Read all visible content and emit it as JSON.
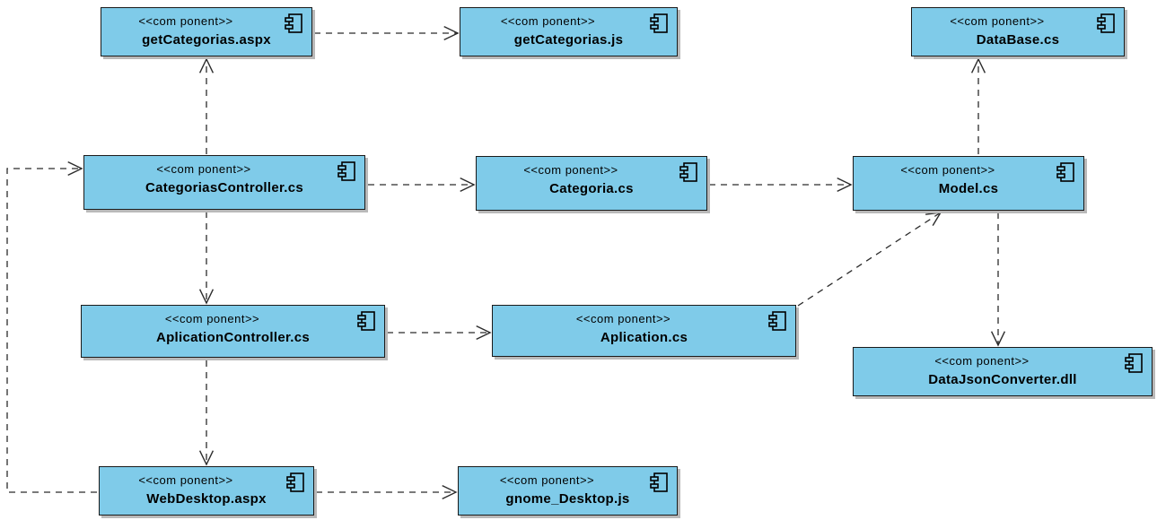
{
  "diagram": {
    "stereotype": "<<com ponent>>",
    "components": [
      {
        "id": "getCategoriasAspx",
        "name": "getCategorias.aspx"
      },
      {
        "id": "getCategoriasJs",
        "name": "getCategorias.js"
      },
      {
        "id": "dataBase",
        "name": "DataBase.cs"
      },
      {
        "id": "categoriasController",
        "name": "CategoriasController.cs"
      },
      {
        "id": "categoria",
        "name": "Categoria.cs"
      },
      {
        "id": "model",
        "name": "Model.cs"
      },
      {
        "id": "aplicationController",
        "name": "AplicationController.cs"
      },
      {
        "id": "aplication",
        "name": "Aplication.cs"
      },
      {
        "id": "dataJsonConverter",
        "name": "DataJsonConverter.dll"
      },
      {
        "id": "webDesktop",
        "name": "WebDesktop.aspx"
      },
      {
        "id": "gnomeDesktop",
        "name": "gnome_Desktop.js"
      }
    ],
    "dependencies": [
      {
        "from": "getCategoriasAspx",
        "to": "getCategoriasJs"
      },
      {
        "from": "categoriasController",
        "to": "getCategoriasAspx"
      },
      {
        "from": "categoriasController",
        "to": "categoria"
      },
      {
        "from": "categoria",
        "to": "model"
      },
      {
        "from": "model",
        "to": "dataBase"
      },
      {
        "from": "model",
        "to": "dataJsonConverter"
      },
      {
        "from": "categoriasController",
        "to": "aplicationController"
      },
      {
        "from": "aplicationController",
        "to": "aplication"
      },
      {
        "from": "aplication",
        "to": "model"
      },
      {
        "from": "aplicationController",
        "to": "webDesktop"
      },
      {
        "from": "webDesktop",
        "to": "gnomeDesktop"
      },
      {
        "from": "webDesktop",
        "to": "categoriasController"
      }
    ]
  }
}
